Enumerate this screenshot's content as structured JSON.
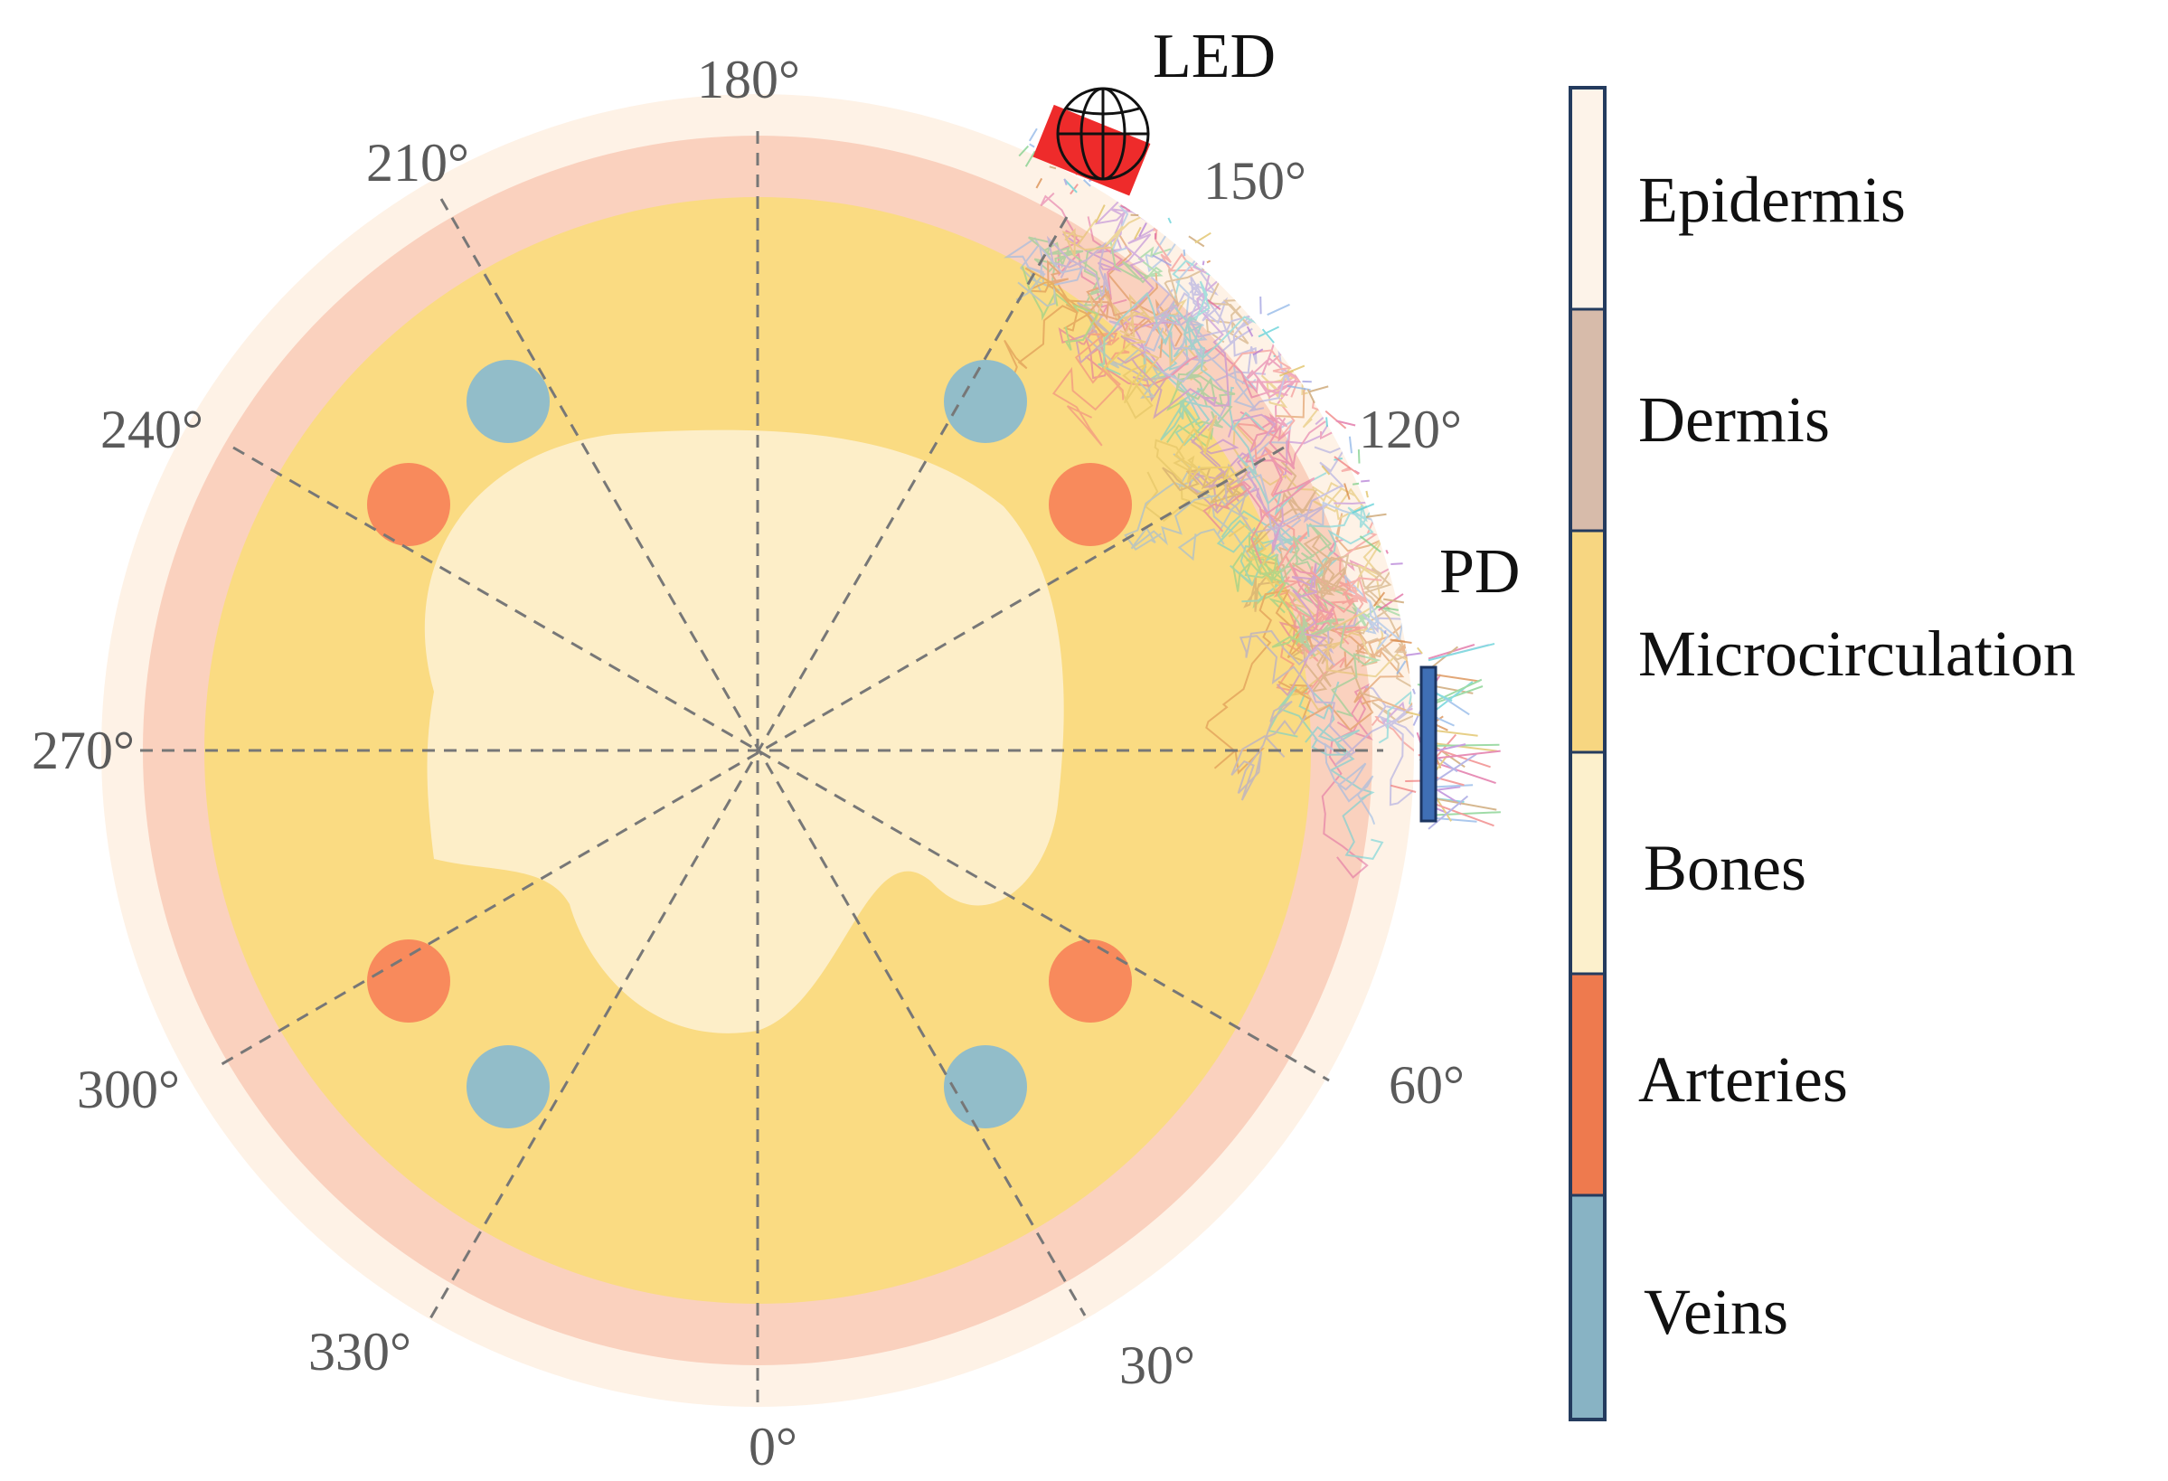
{
  "layers": [
    {
      "id": "epidermis",
      "color": "#FEF2E6"
    },
    {
      "id": "dermis",
      "color": "#FAD1BE"
    },
    {
      "id": "microcirculation",
      "color": "#FADB82"
    },
    {
      "id": "bones",
      "color": "#FDEEC8"
    },
    {
      "id": "arteries",
      "color": "#F88A5C"
    },
    {
      "id": "veins",
      "color": "#92BDC9"
    }
  ],
  "angles": [
    "0°",
    "30°",
    "60°",
    "120°",
    "150°",
    "180°",
    "210°",
    "240°",
    "270°",
    "300°",
    "330°"
  ],
  "devices": {
    "led": {
      "label": "LED",
      "color": "#EE2B2B"
    },
    "pd": {
      "label": "PD",
      "color": "#3F6FB5"
    }
  },
  "legend": [
    {
      "label": "Epidermis",
      "color": "#FDF3E9"
    },
    {
      "label": "Dermis",
      "color": "#D7BBAA"
    },
    {
      "label": "Microcirculation",
      "color": "#F7D681"
    },
    {
      "label": "Bones",
      "color": "#FCF0CC"
    },
    {
      "label": "Arteries",
      "color": "#EE7A4E"
    },
    {
      "label": "Veins",
      "color": "#88B3C4"
    }
  ],
  "legend_border_color": "#243B5E"
}
